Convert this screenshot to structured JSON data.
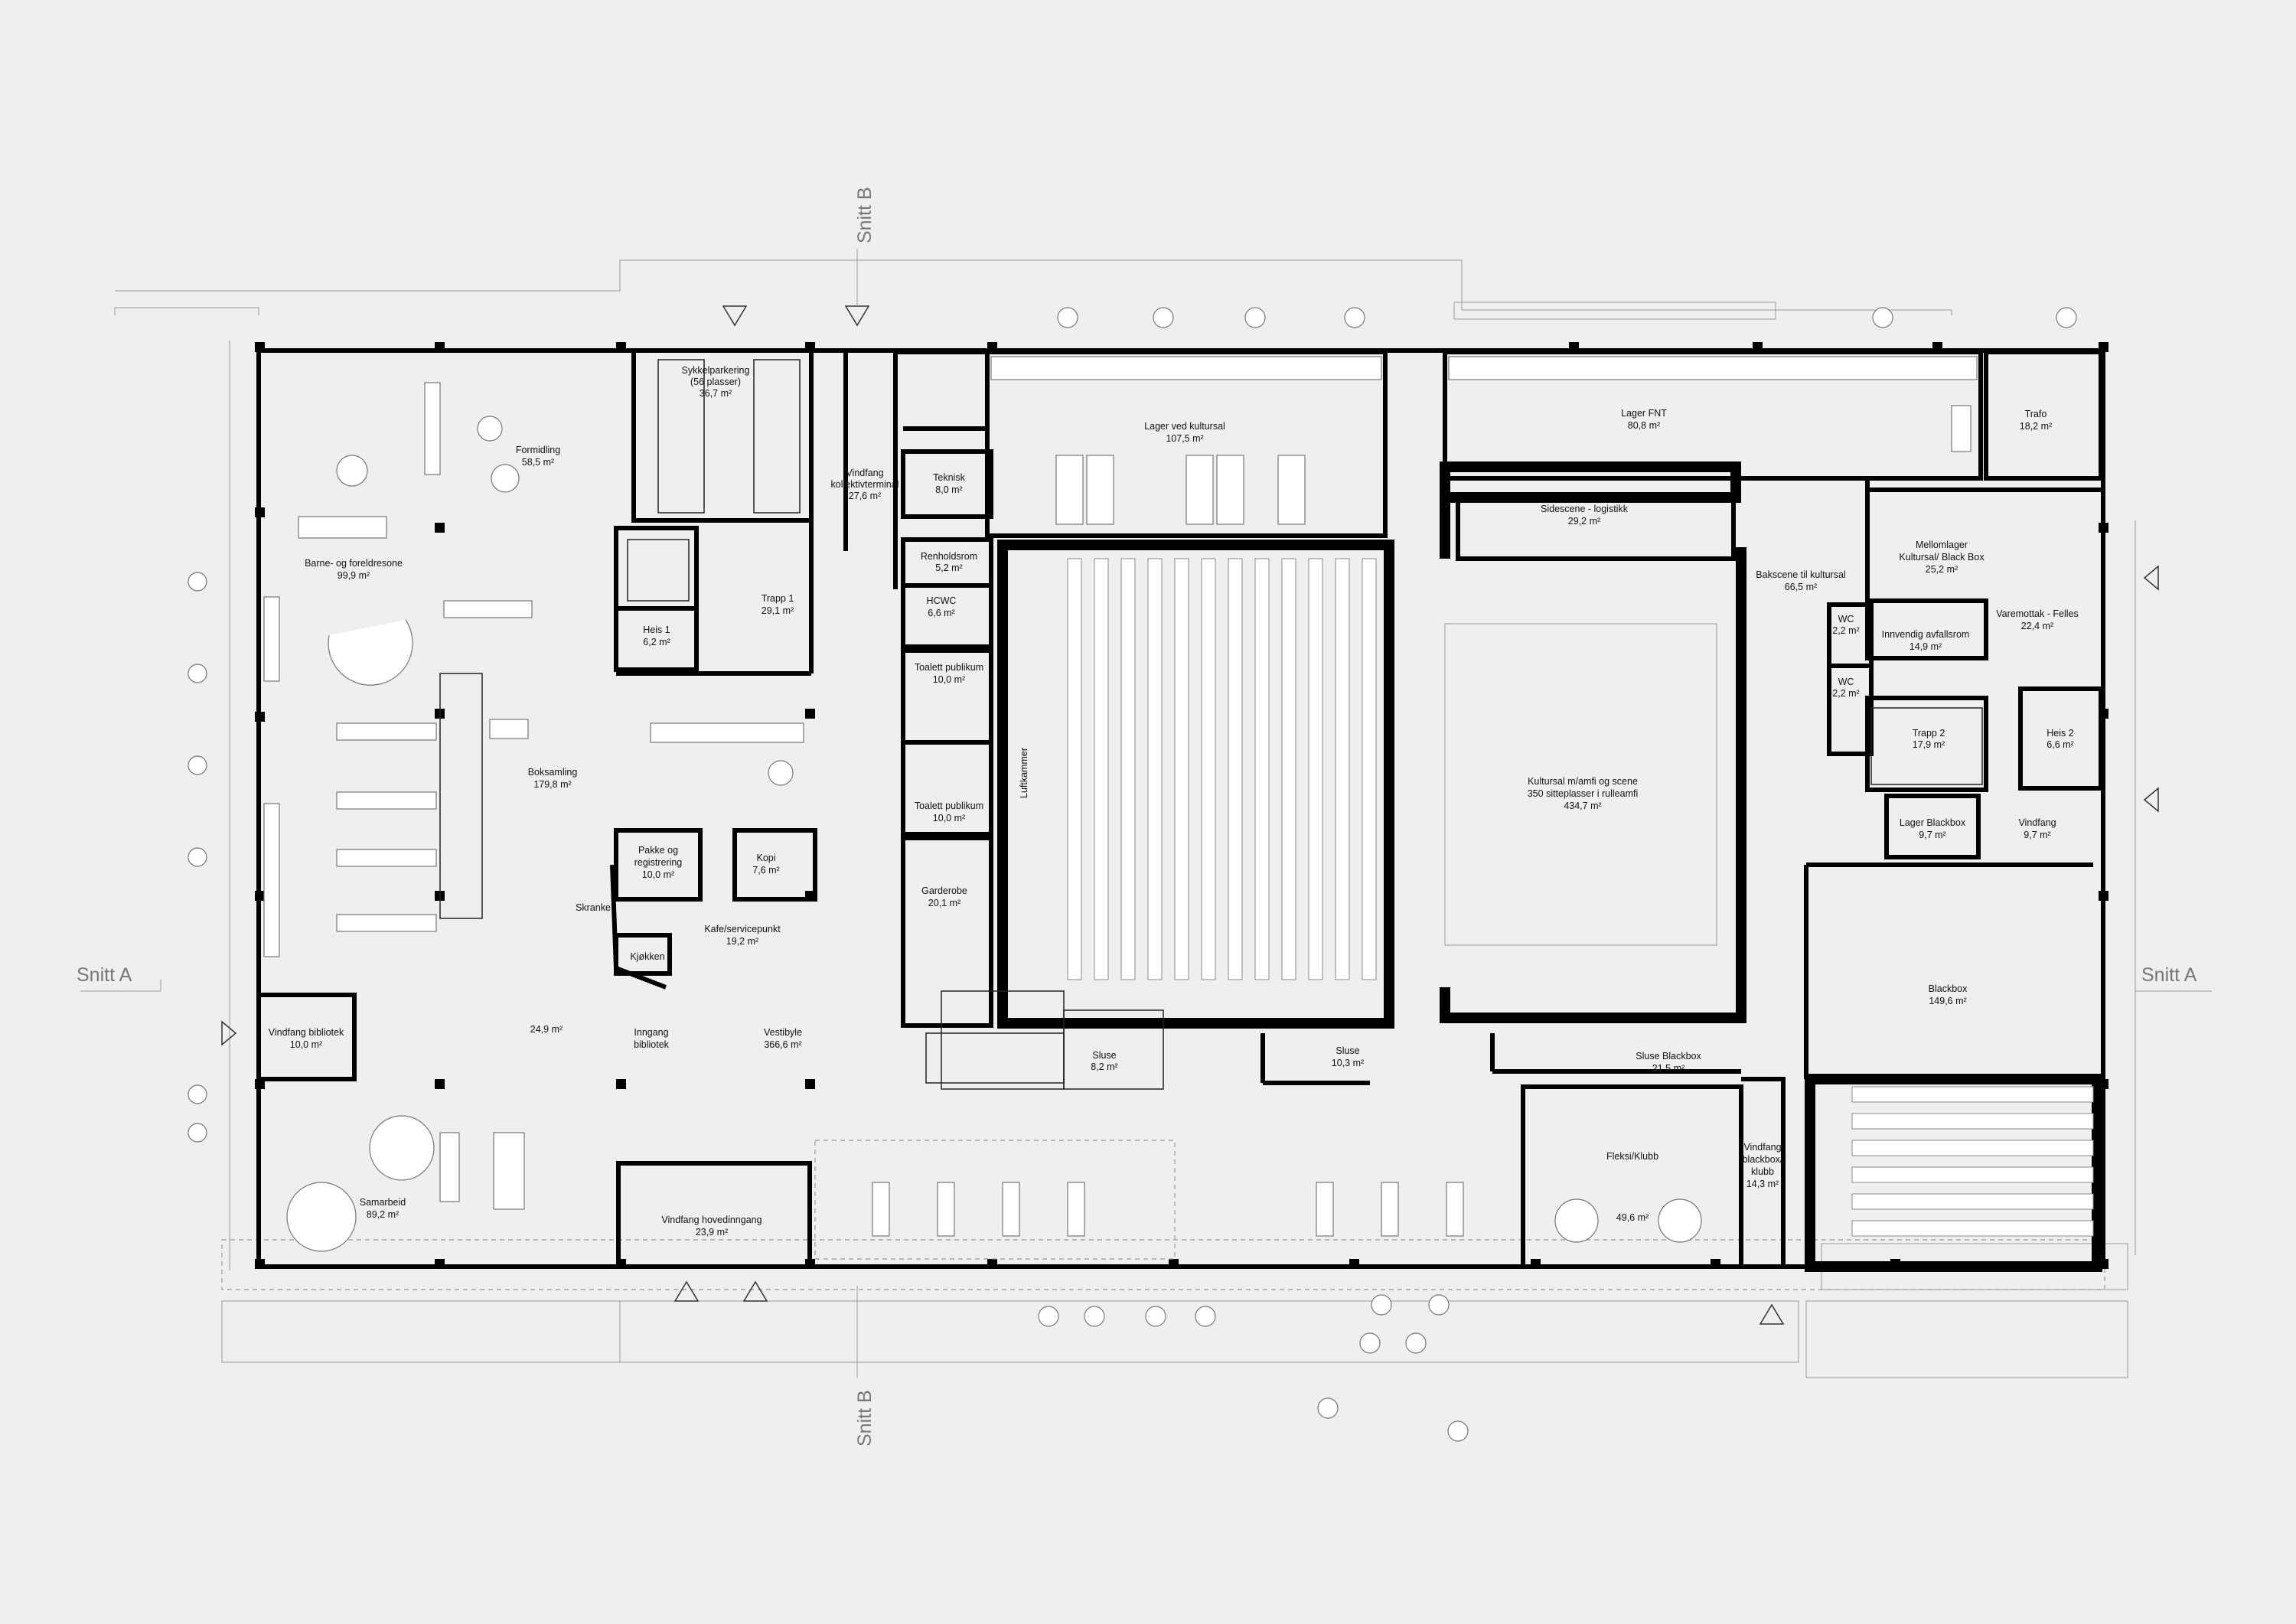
{
  "sections": {
    "snitt_a_left": "Snitt A",
    "snitt_a_right": "Snitt A",
    "snitt_b_top": "Snitt B",
    "snitt_b_bottom": "Snitt B"
  },
  "rooms": {
    "barne": {
      "name": "Barne- og foreldresone",
      "area": "99,9 m²"
    },
    "formidling": {
      "name": "Formidling",
      "area": "58,5 m²"
    },
    "sykkel": {
      "name": "Sykkelparkering",
      "sub": "(56 plasser)",
      "area": "36,7 m²"
    },
    "vindfang_kollektiv": {
      "name": "Vindfang",
      "sub": "kollektivterminal",
      "area": "27,6 m²"
    },
    "teknisk": {
      "name": "Teknisk",
      "area": "8,0 m²"
    },
    "lager_kultursal": {
      "name": "Lager ved kultursal",
      "area": "107,5 m²"
    },
    "lager_fnt": {
      "name": "Lager FNT",
      "area": "80,8 m²"
    },
    "trafo": {
      "name": "Trafo",
      "area": "18,2 m²"
    },
    "renholdsrom": {
      "name": "Renholdsrom",
      "area": "5,2 m²"
    },
    "hcwc": {
      "name": "HCWC",
      "area": "6,6 m²"
    },
    "trapp1": {
      "name": "Trapp 1",
      "area": "29,1 m²"
    },
    "heis1": {
      "name": "Heis 1",
      "area": "6,2 m²"
    },
    "toalett1": {
      "name": "Toalett publikum",
      "area": "10,0 m²"
    },
    "toalett2": {
      "name": "Toalett publikum",
      "area": "10,0 m²"
    },
    "sidescene": {
      "name": "Sidescene - logistikk",
      "area": "29,2 m²"
    },
    "mellomlager": {
      "name": "Mellomlager",
      "sub": "Kultursal/ Black Box",
      "area": "25,2 m²"
    },
    "bakscene": {
      "name": "Bakscene til kultursal",
      "area": "66,5 m²"
    },
    "wc1": {
      "name": "WC",
      "area": "2,2 m²"
    },
    "wc2": {
      "name": "WC",
      "area": "2,2 m²"
    },
    "avfall": {
      "name": "Innvendig avfallsrom",
      "area": "14,9 m²"
    },
    "varemottak": {
      "name": "Varemottak - Felles",
      "area": "22,4 m²"
    },
    "trapp2": {
      "name": "Trapp 2",
      "area": "17,9 m²"
    },
    "heis2": {
      "name": "Heis 2",
      "area": "6,6 m²"
    },
    "lager_blackbox": {
      "name": "Lager Blackbox",
      "area": "9,7 m²"
    },
    "vindfang_e": {
      "name": "Vindfang",
      "area": "9,7 m²"
    },
    "boksamling": {
      "name": "Boksamling",
      "area": "179,8 m²"
    },
    "luftkammer": {
      "name": "Luftkammer"
    },
    "kultursal": {
      "name": "Kultursal m/amfi og scene",
      "sub": "350 sitteplasser i rulleamfi",
      "area": "434,7 m²"
    },
    "pakke": {
      "name": "Pakke og",
      "sub": "registrering",
      "area": "10,0 m²"
    },
    "kopi": {
      "name": "Kopi",
      "area": "7,6 m²"
    },
    "garderobe": {
      "name": "Garderobe",
      "area": "20,1 m²"
    },
    "skranke": {
      "name": "Skranke"
    },
    "kafe": {
      "name": "Kafe/servicepunkt",
      "area": "19,2 m²"
    },
    "kjokken": {
      "name": "Kjøkken"
    },
    "vindfang_bib": {
      "name": "Vindfang bibliotek",
      "area": "10,0 m²"
    },
    "area249": {
      "area": "24,9 m²"
    },
    "inngang_bib": {
      "name": "Inngang",
      "sub": "bibliotek"
    },
    "vestibyle": {
      "name": "Vestibyle",
      "area": "366,6 m²"
    },
    "sluse": {
      "name": "Sluse",
      "area": "10,3 m²"
    },
    "sluse_small": {
      "name": "Sluse",
      "area": "8,2 m²"
    },
    "sluse_blackbox": {
      "name": "Sluse Blackbox",
      "area": "21,5 m²"
    },
    "blackbox": {
      "name": "Blackbox",
      "area": "149,6 m²"
    },
    "samarbeid": {
      "name": "Samarbeid",
      "area": "89,2 m²"
    },
    "vindfang_hoved": {
      "name": "Vindfang hovedinngang",
      "area": "23,9 m²"
    },
    "fleksi": {
      "name": "Fleksi/Klubb",
      "area": "49,6 m²"
    },
    "vindfang_bb": {
      "name": "Vindfang",
      "sub": "blackbox/",
      "sub2": "klubb",
      "area": "14,3 m²"
    }
  }
}
